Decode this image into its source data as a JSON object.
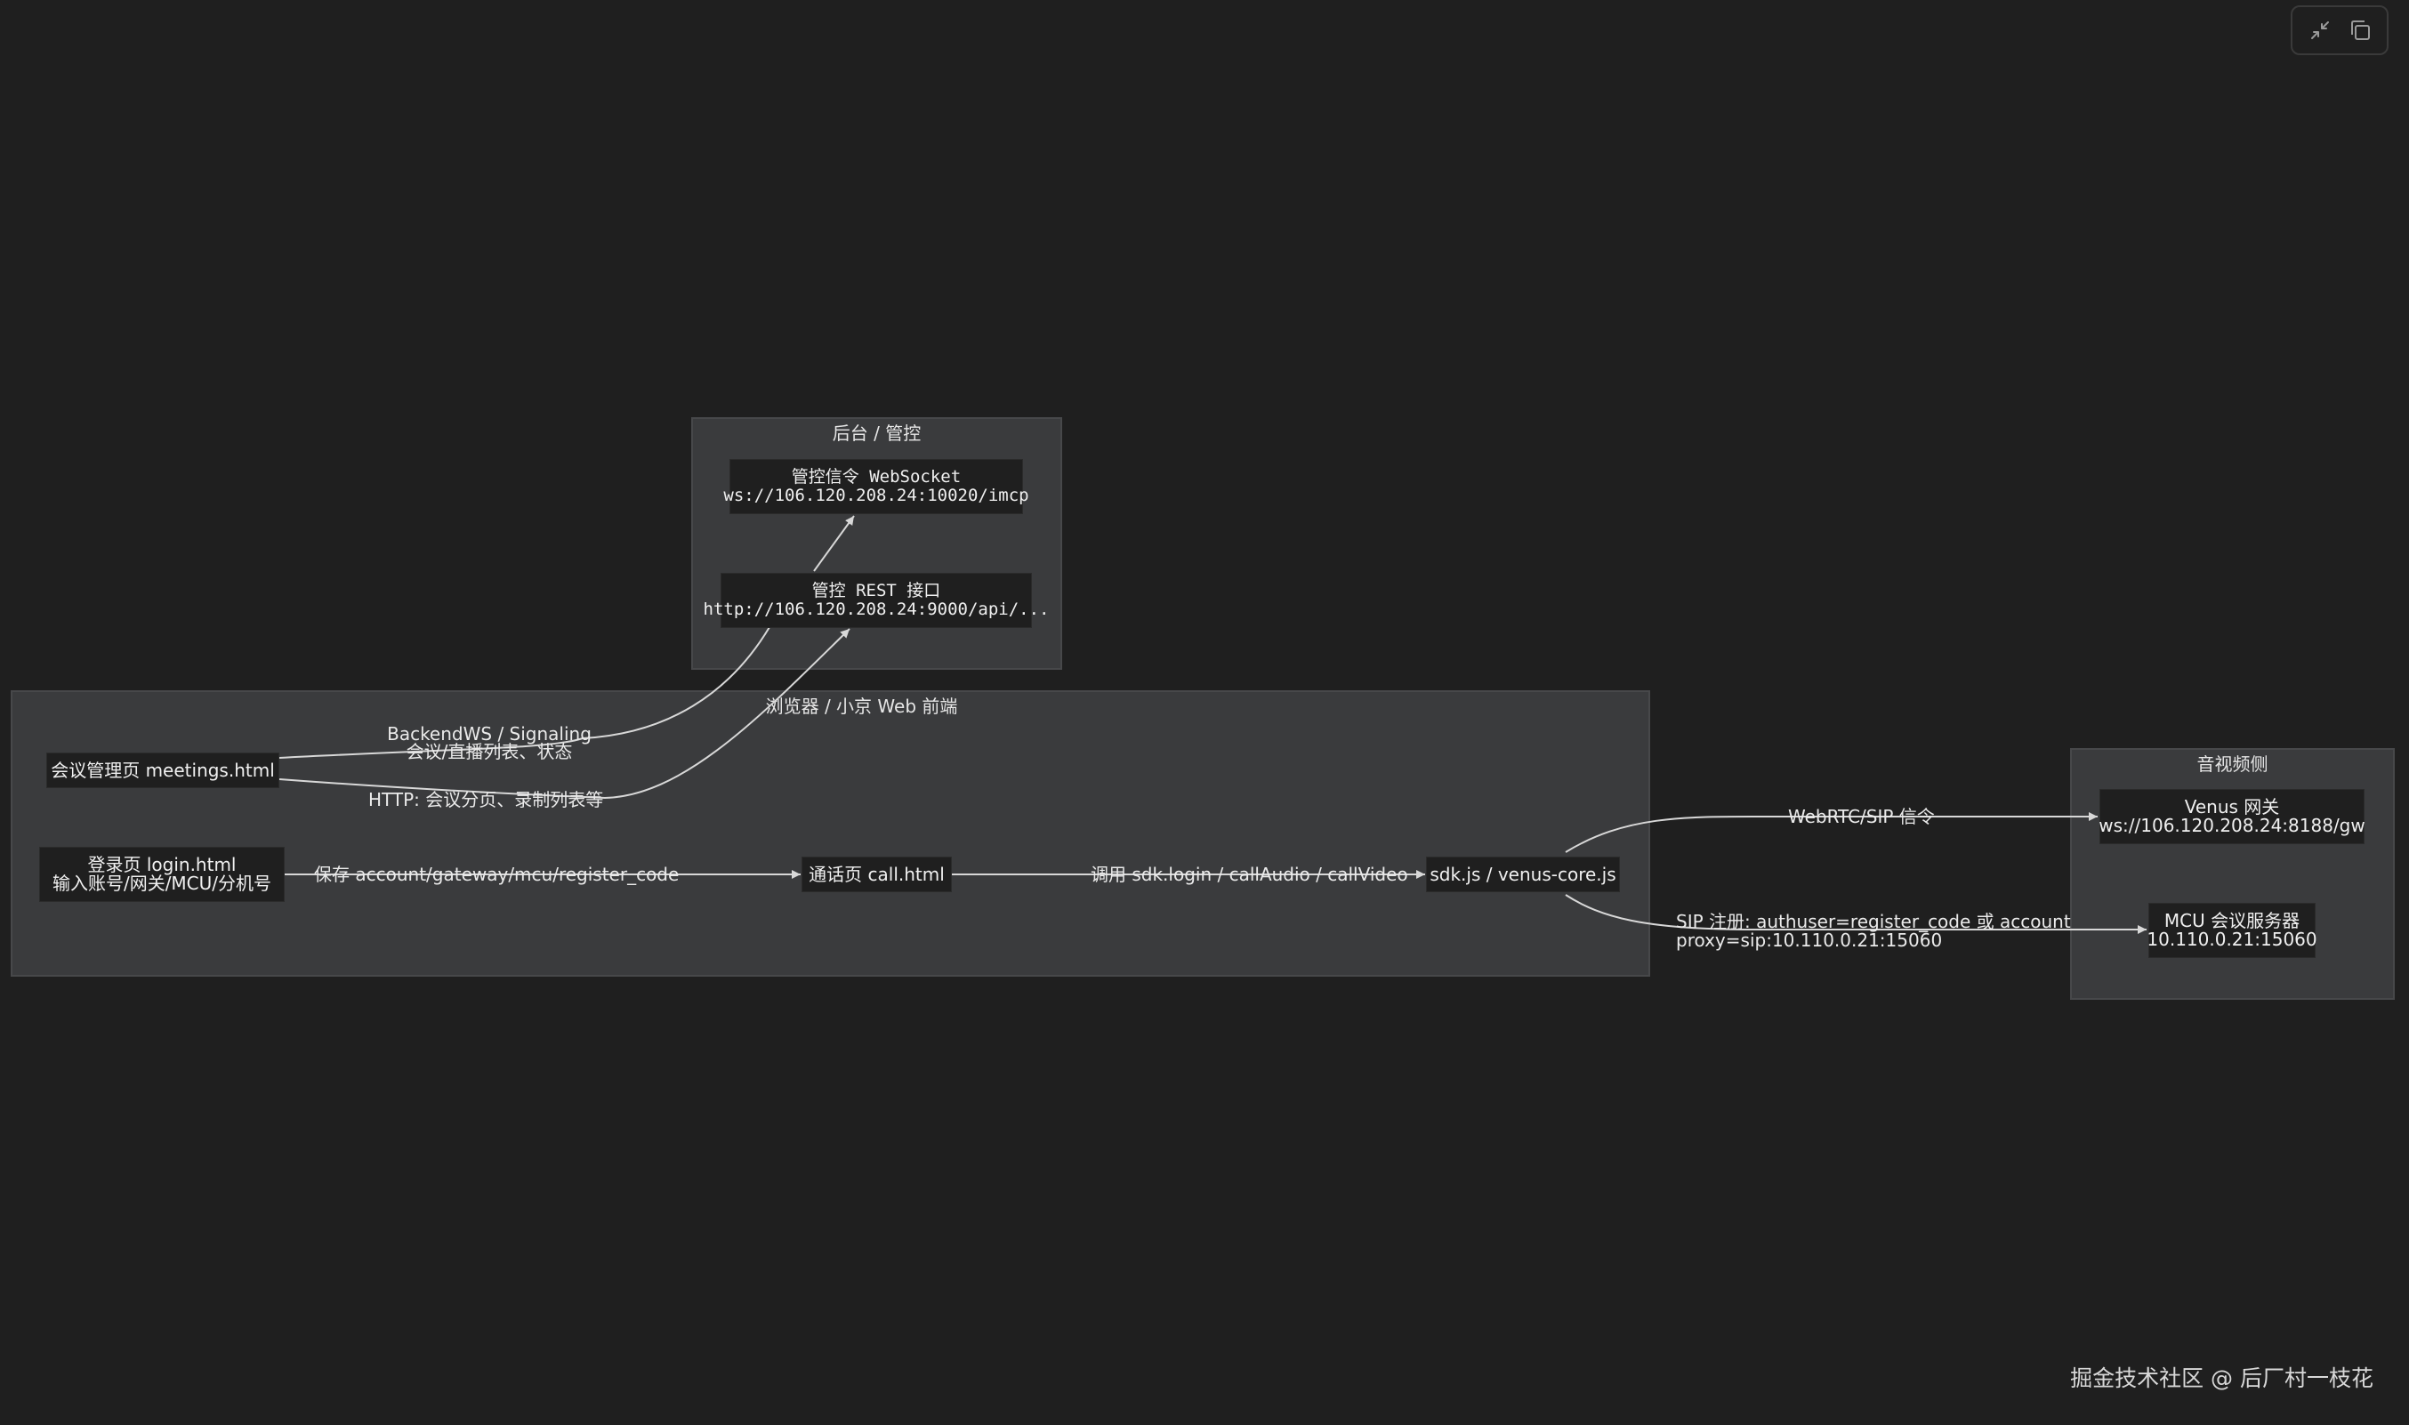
{
  "clusters": {
    "backend": {
      "title": "后台 / 管控"
    },
    "browser": {
      "title": "浏览器 / 小京 Web 前端"
    },
    "media": {
      "title": "音视频侧"
    }
  },
  "nodes": {
    "ws_signal": {
      "line1": "管控信令 WebSocket",
      "line2": "ws://106.120.208.24:10020/imcp"
    },
    "rest": {
      "line1": "管控 REST 接口",
      "line2": "http://106.120.208.24:9000/api/..."
    },
    "meetings": {
      "line1": "会议管理页 meetings.html"
    },
    "login": {
      "line1": "登录页 login.html",
      "line2": "输入账号/网关/MCU/分机号"
    },
    "call": {
      "line1": "通话页 call.html"
    },
    "sdk": {
      "line1": "sdk.js / venus-core.js"
    },
    "venus": {
      "line1": "Venus 网关",
      "line2": "ws://106.120.208.24:8188/gw"
    },
    "mcu": {
      "line1": "MCU 会议服务器",
      "line2": "10.110.0.21:15060"
    }
  },
  "edges": {
    "meetings_ws": {
      "line1": "BackendWS / Signaling",
      "line2": "会议/直播列表、状态"
    },
    "meetings_rest": {
      "line1": "HTTP: 会议分页、录制列表等"
    },
    "login_call": {
      "line1": "保存 account/gateway/mcu/register_code"
    },
    "call_sdk": {
      "line1": "调用 sdk.login / callAudio / callVideo"
    },
    "sdk_venus": {
      "line1": "WebRTC/SIP 信令"
    },
    "sdk_mcu": {
      "line1": "SIP 注册: authuser=register_code 或 account",
      "line2": "proxy=sip:10.110.0.21:15060"
    }
  },
  "toolbar": {
    "collapse_icon": "collapse-arrows-icon",
    "copy_icon": "copy-icon"
  },
  "watermark": "掘金技术社区 @ 后厂村一枝花",
  "colors": {
    "background": "#1f1f1f",
    "cluster_fill": "#3a3b3d",
    "node_fill": "#1f1f1f",
    "edge": "#d8d8d8",
    "text": "#f0f0f0"
  }
}
